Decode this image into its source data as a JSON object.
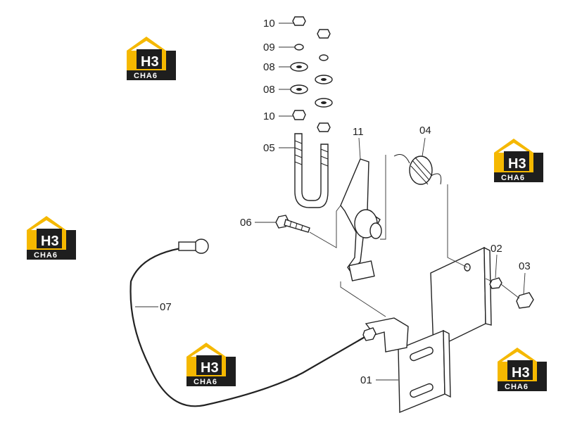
{
  "brand": {
    "logo_mark": "H3",
    "logo_subtext": "CHA6",
    "colors": {
      "accent": "#F5B800",
      "dark": "#1e1e1e",
      "background": "#ffffff"
    }
  },
  "callouts": {
    "p10a": "10",
    "p09": "09",
    "p08a": "08",
    "p08b": "08",
    "p10b": "10",
    "p05": "05",
    "p11": "11",
    "p04": "04",
    "p06": "06",
    "p02": "02",
    "p03": "03",
    "p07": "07",
    "p01": "01"
  }
}
